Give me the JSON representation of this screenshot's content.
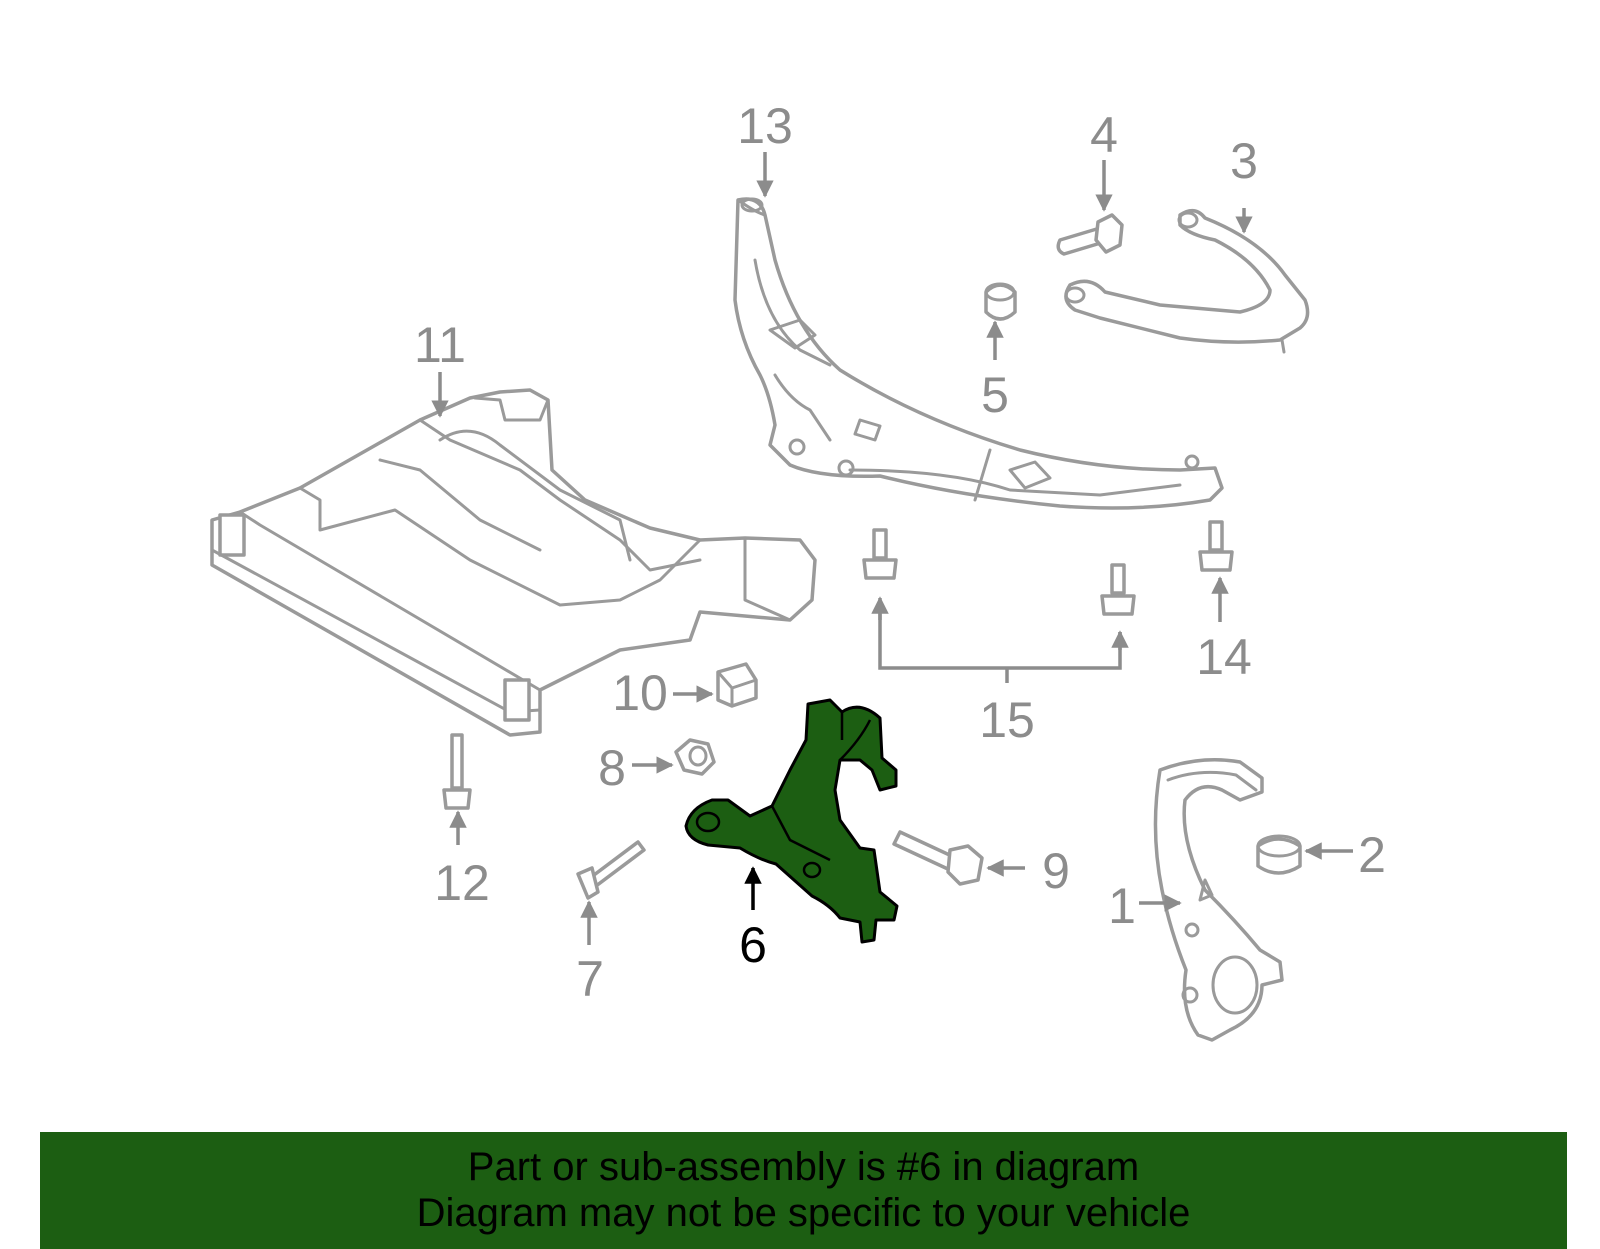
{
  "diagram": {
    "highlight_color": "#1c5e12",
    "highlighted_callout": "6",
    "callouts": [
      "1",
      "2",
      "3",
      "4",
      "5",
      "6",
      "7",
      "8",
      "9",
      "10",
      "11",
      "12",
      "13",
      "14",
      "15"
    ]
  },
  "banner": {
    "line1": "Part or sub-assembly is #6 in diagram",
    "line2": "Diagram may not be specific to your vehicle",
    "background": "#1c5e12"
  }
}
